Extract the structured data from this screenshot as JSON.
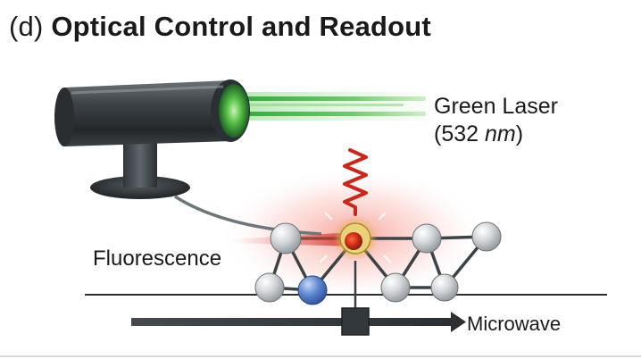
{
  "title": {
    "prefix": "(d)",
    "main": "Optical Control and Readout"
  },
  "labels": {
    "laser_line1": "Green Laser",
    "laser_paren_open": "(532 ",
    "laser_unit": "nm",
    "laser_paren_close": ")",
    "fluorescence": "Fluorescence",
    "microwave": "Microwave"
  },
  "colors": {
    "laser_beam": "#2fa63a",
    "fluorescence": "#d42a20",
    "nitrogen_atom": "#4f79c7",
    "nv_center": "#c93a1c",
    "carbon_atom": "#cfd3d7",
    "laser_body": "#3b4044"
  }
}
